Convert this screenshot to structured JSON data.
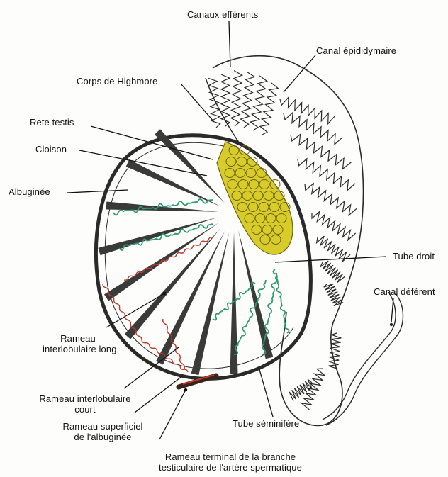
{
  "labels": {
    "canaux_efferents": "Canaux efférents",
    "canal_epididymaire": "Canal épididymaire",
    "corps_highmore": "Corps de Highmore",
    "rete_testis": "Rete testis",
    "cloison": "Cloison",
    "albuginee": "Albuginée",
    "tube_droit": "Tube droit",
    "canal_deferent": "Canal déférent",
    "rameau_long_1": "Rameau",
    "rameau_long_2": "interlobulaire long",
    "rameau_court_1": "Rameau interlobulaire",
    "rameau_court_2": "court",
    "rameau_superficiel_1": "Rameau superficiel",
    "rameau_superficiel_2": "de l'albuginée",
    "tube_seminifere": "Tube séminifère",
    "rameau_terminal_1": "Rameau terminal de la branche",
    "rameau_terminal_2": "testiculaire de l'artère spermatique"
  },
  "colors": {
    "outline": "#2a2a2a",
    "septum": "#3a3a3a",
    "tubule": "#2e9a78",
    "artery": "#c0392b",
    "highmore": "#d8cc2a",
    "highmore_cell_line": "#6b6212"
  }
}
